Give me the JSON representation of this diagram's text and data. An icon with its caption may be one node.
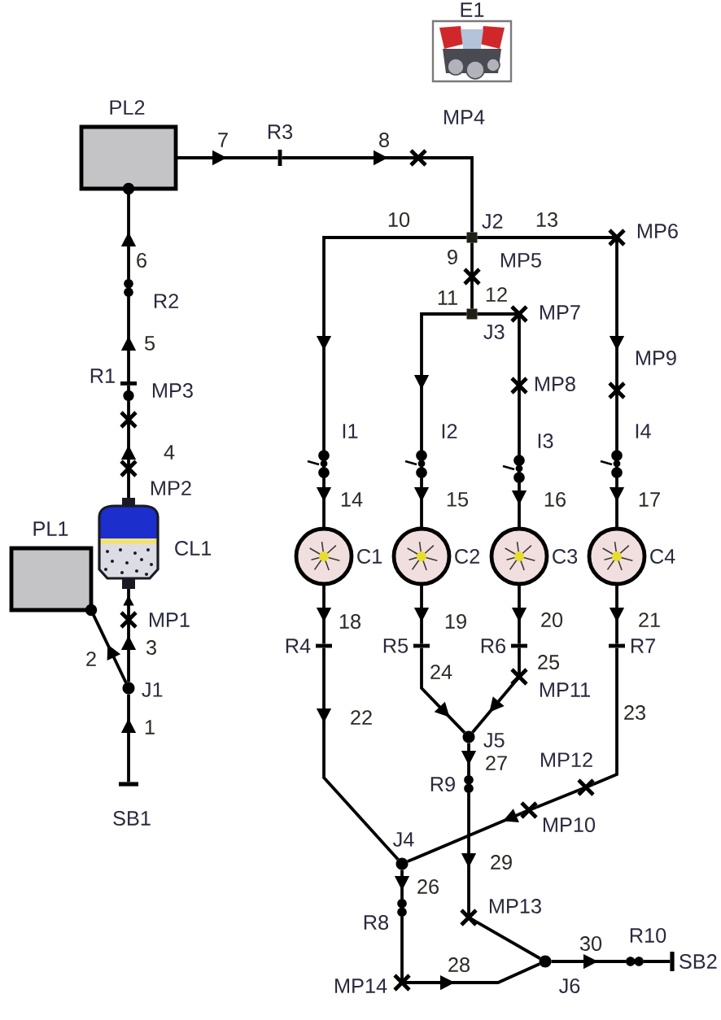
{
  "diagram": {
    "nodes": [
      {
        "text": [
          "E1"
        ]
      },
      {
        "text": [
          "PL2"
        ]
      },
      {
        "text": [
          "R3"
        ]
      },
      {
        "text": [
          "MP4"
        ]
      },
      {
        "text": [
          "J2"
        ]
      },
      {
        "text": [
          "MP6"
        ]
      },
      {
        "text": [
          "MP5"
        ]
      },
      {
        "text": [
          "R2"
        ]
      },
      {
        "text": [
          "J3"
        ]
      },
      {
        "text": [
          "MP7"
        ]
      },
      {
        "text": [
          "MP9"
        ]
      },
      {
        "text": [
          "R1"
        ]
      },
      {
        "text": [
          "MP8"
        ]
      },
      {
        "text": [
          "MP3"
        ]
      },
      {
        "text": [
          "I1"
        ]
      },
      {
        "text": [
          "I2"
        ]
      },
      {
        "text": [
          "I3"
        ]
      },
      {
        "text": [
          "I4"
        ]
      },
      {
        "text": [
          "MP2"
        ]
      },
      {
        "text": [
          "CL1"
        ]
      },
      {
        "text": [
          "PL1"
        ]
      },
      {
        "text": [
          "C1"
        ]
      },
      {
        "text": [
          "C2"
        ]
      },
      {
        "text": [
          "C3"
        ]
      },
      {
        "text": [
          "C4"
        ]
      },
      {
        "text": [
          "MP1"
        ]
      },
      {
        "text": [
          "R4"
        ]
      },
      {
        "text": [
          "R5"
        ]
      },
      {
        "text": [
          "R6"
        ]
      },
      {
        "text": [
          "R7"
        ]
      },
      {
        "text": [
          "MP11"
        ]
      },
      {
        "text": [
          "J1"
        ]
      },
      {
        "text": [
          "J5"
        ]
      },
      {
        "text": [
          "MP12"
        ]
      },
      {
        "text": [
          "SB1"
        ]
      },
      {
        "text": [
          "R9"
        ]
      },
      {
        "text": [
          "MP10"
        ]
      },
      {
        "text": [
          "J4"
        ]
      },
      {
        "text": [
          "R8"
        ]
      },
      {
        "text": [
          "MP13"
        ]
      },
      {
        "text": [
          "J6"
        ]
      },
      {
        "text": [
          "R10"
        ]
      },
      {
        "text": [
          "SB2"
        ]
      },
      {
        "text": [
          "MP14"
        ]
      }
    ],
    "edges": [
      {
        "from": 34,
        "to": 31,
        "arrow": "to",
        "label": "1"
      },
      {
        "from": 31,
        "to": 20,
        "arrow": "to",
        "label": "2"
      },
      {
        "from": 31,
        "to": 25,
        "arrow": "to",
        "label": "3"
      },
      {
        "from": 25,
        "to": 19,
        "arrow": "to"
      },
      {
        "from": 19,
        "to": 18,
        "arrow": "none"
      },
      {
        "from": 18,
        "to": 13,
        "arrow": "to",
        "label": "4"
      },
      {
        "from": 13,
        "to": 11,
        "arrow": "none"
      },
      {
        "from": 11,
        "to": 7,
        "arrow": "to",
        "label": "5"
      },
      {
        "from": 7,
        "to": 1,
        "arrow": "to",
        "label": "6"
      },
      {
        "from": 1,
        "to": 2,
        "arrow": "to",
        "label": "7"
      },
      {
        "from": 2,
        "to": 3,
        "arrow": "to",
        "label": "8"
      },
      {
        "from": 3,
        "to": 4,
        "arrow": "none"
      },
      {
        "from": 4,
        "to": 6,
        "arrow": "none",
        "label": "9"
      },
      {
        "from": 6,
        "to": 8,
        "arrow": "none"
      },
      {
        "from": 4,
        "to": 14,
        "arrow": "to",
        "label": "10"
      },
      {
        "from": 4,
        "to": 5,
        "arrow": "none",
        "label": "13"
      },
      {
        "from": 5,
        "to": 10,
        "arrow": "to"
      },
      {
        "from": 10,
        "to": 17,
        "arrow": "none"
      },
      {
        "from": 8,
        "to": 15,
        "arrow": "to",
        "label": "11"
      },
      {
        "from": 8,
        "to": 9,
        "arrow": "none",
        "label": "12"
      },
      {
        "from": 9,
        "to": 12,
        "arrow": "none"
      },
      {
        "from": 12,
        "to": 16,
        "arrow": "none"
      },
      {
        "from": 14,
        "to": 21,
        "arrow": "to",
        "label": "14"
      },
      {
        "from": 15,
        "to": 22,
        "arrow": "to",
        "label": "15"
      },
      {
        "from": 16,
        "to": 23,
        "arrow": "to",
        "label": "16"
      },
      {
        "from": 17,
        "to": 24,
        "arrow": "to",
        "label": "17"
      },
      {
        "from": 21,
        "to": 26,
        "arrow": "to",
        "label": "18"
      },
      {
        "from": 22,
        "to": 27,
        "arrow": "to",
        "label": "19"
      },
      {
        "from": 23,
        "to": 28,
        "arrow": "to",
        "label": "20"
      },
      {
        "from": 24,
        "to": 29,
        "arrow": "to",
        "label": "21"
      },
      {
        "from": 26,
        "to": 37,
        "arrow": "to",
        "label": "22"
      },
      {
        "from": 27,
        "to": 32,
        "arrow": "to",
        "label": "24"
      },
      {
        "from": 28,
        "to": 30,
        "arrow": "none",
        "label": "25"
      },
      {
        "from": 30,
        "to": 32,
        "arrow": "to"
      },
      {
        "from": 29,
        "to": 33,
        "arrow": "none",
        "label": "23"
      },
      {
        "from": 33,
        "to": 36,
        "arrow": "none"
      },
      {
        "from": 36,
        "to": 37,
        "arrow": "to"
      },
      {
        "from": 32,
        "to": 35,
        "arrow": "to",
        "label": "27"
      },
      {
        "from": 35,
        "to": 39,
        "arrow": "to",
        "label": "29"
      },
      {
        "from": 39,
        "to": 40,
        "arrow": "none"
      },
      {
        "from": 37,
        "to": 38,
        "arrow": "to",
        "label": "26"
      },
      {
        "from": 38,
        "to": 43,
        "arrow": "none"
      },
      {
        "from": 43,
        "to": 40,
        "arrow": "to",
        "label": "28"
      },
      {
        "from": 40,
        "to": 41,
        "arrow": "to",
        "label": "30"
      },
      {
        "from": 41,
        "to": 42,
        "arrow": "none"
      }
    ]
  }
}
